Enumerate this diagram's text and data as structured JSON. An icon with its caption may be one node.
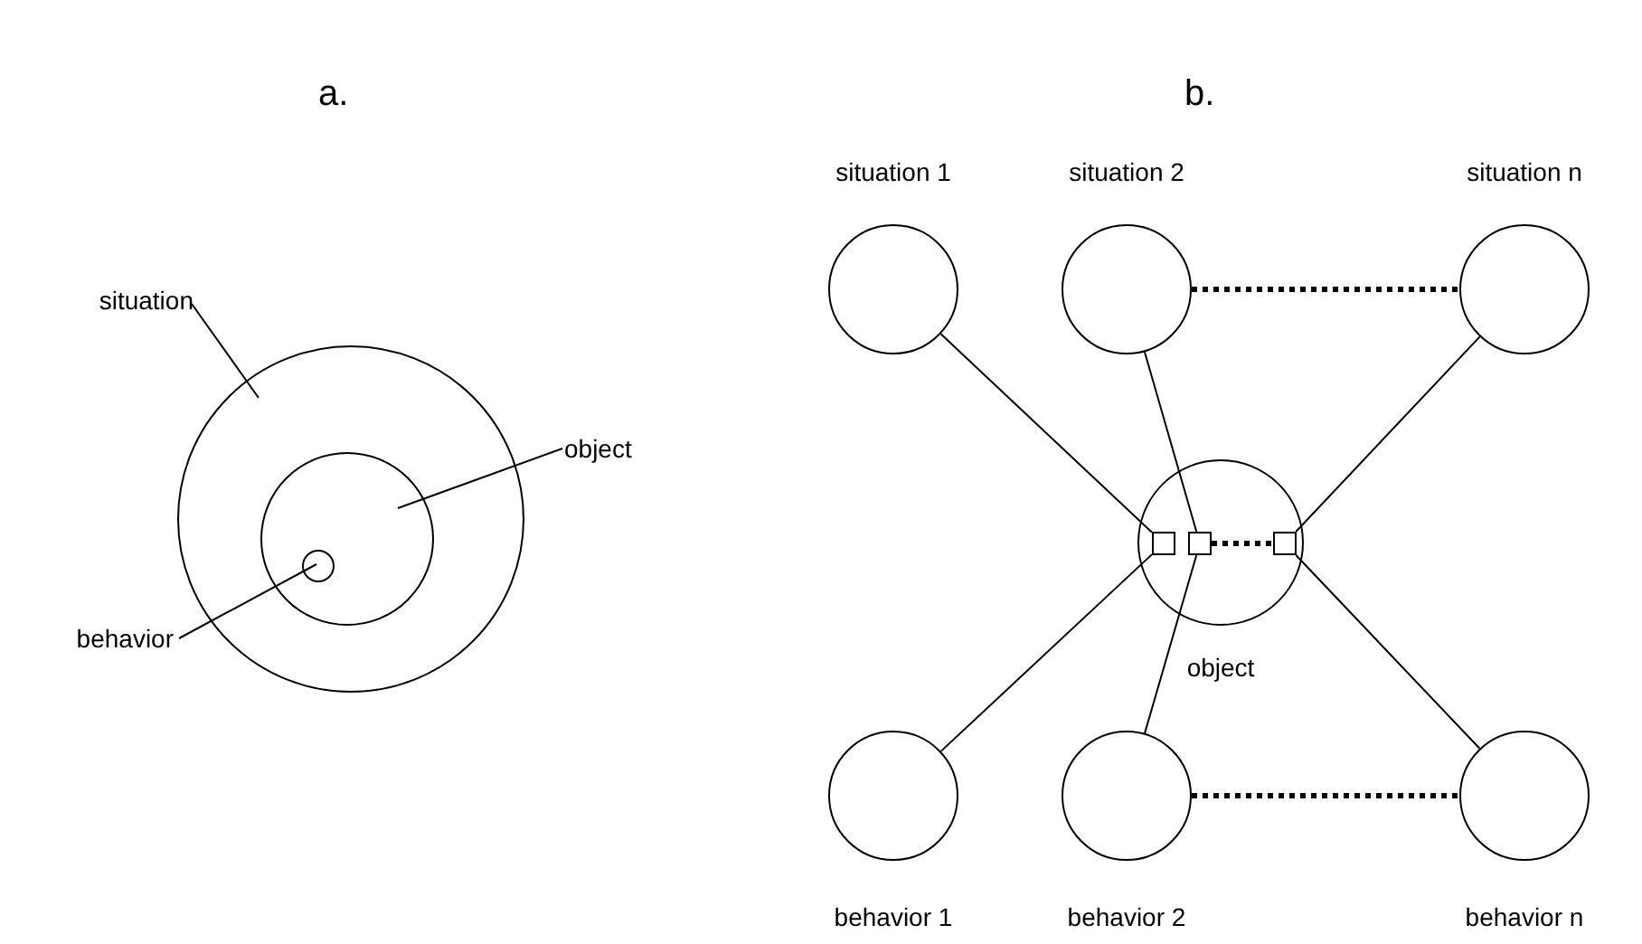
{
  "diagram": {
    "nodes": [
      {
        "text": [
          "situation"
        ]
      },
      {
        "text": [],
        "shape": "circle"
      },
      {
        "text": [
          "object"
        ]
      },
      {
        "text": [],
        "shape": "circle",
        "in": 1
      },
      {
        "text": [
          "behavior"
        ]
      },
      {
        "text": [],
        "shape": "circle",
        "in": 3
      },
      {
        "text": [
          "situation 1"
        ]
      },
      {
        "text": [
          "situation 2"
        ]
      },
      {
        "text": [
          "situation n"
        ]
      },
      {
        "text": [
          "object"
        ]
      },
      {
        "text": [],
        "shape": "box",
        "in": 9
      },
      {
        "text": [],
        "shape": "box",
        "in": 9
      },
      {
        "text": [],
        "shape": "box",
        "in": 9
      },
      {
        "text": [
          "behavior 1"
        ]
      },
      {
        "text": [
          "behavior 2"
        ]
      },
      {
        "text": [
          "behavior n"
        ]
      }
    ],
    "edges": [
      {
        "from": 0,
        "to": 1,
        "arrow": "none"
      },
      {
        "from": 2,
        "to": 3,
        "arrow": "none"
      },
      {
        "from": 4,
        "to": 5,
        "arrow": "none"
      },
      {
        "from": 6,
        "to": 10,
        "arrow": "none"
      },
      {
        "from": 7,
        "to": 11,
        "arrow": "none"
      },
      {
        "from": 8,
        "to": 12,
        "arrow": "none"
      },
      {
        "from": 13,
        "to": 10,
        "arrow": "none"
      },
      {
        "from": 14,
        "to": 11,
        "arrow": "none"
      },
      {
        "from": 15,
        "to": 12,
        "arrow": "none"
      },
      {
        "from": 7,
        "to": 8,
        "arrow": "none",
        "style": "dashed"
      },
      {
        "from": 14,
        "to": 15,
        "arrow": "none",
        "style": "dashed"
      },
      {
        "from": 11,
        "to": 12,
        "arrow": "none",
        "style": "dashed"
      }
    ],
    "labels": [
      "a.",
      "b."
    ]
  }
}
